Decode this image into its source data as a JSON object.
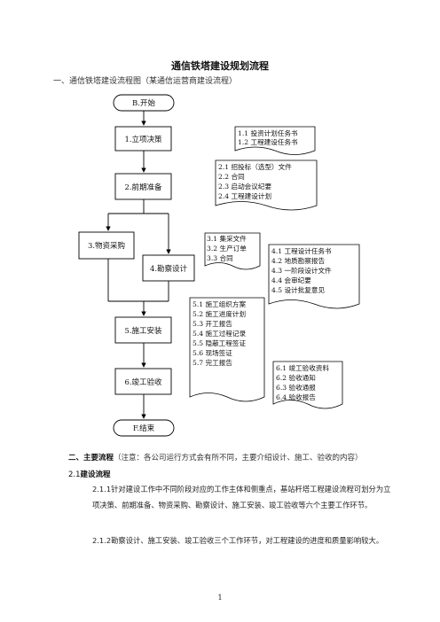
{
  "title": "通信铁塔建设规划流程",
  "section1": "一、通信铁塔建设流程图（某通信运营商建设流程）",
  "flow": {
    "start": "B.开始",
    "s1": "1.立项决策",
    "s2": "2.前期准备",
    "s3": "3.物资采购",
    "s4": "4.勘察设计",
    "s5": "5.施工安装",
    "s6": "6.竣工验收",
    "end": "F.结束"
  },
  "docs": {
    "d1": [
      "1.1 投资计划任务书",
      "1.2 工程建设任务书"
    ],
    "d2": [
      "2.1 招投标（选型）文件",
      "2.2 合同",
      "2.3 启动会议纪要",
      "2.4 工程建设计划"
    ],
    "d3": [
      "3.1 集采文件",
      "3.2 生产订单",
      "3.3 合同"
    ],
    "d4": [
      "4.1 工程设计任务书",
      "4.2 地质勘察报告",
      "4.3 一阶段设计文件",
      "4.4 会审纪要",
      "4.5 设计批复意见"
    ],
    "d5": [
      "5.1 施工组织方案",
      "5.2 施工进度计划",
      "5.3 开工报告",
      "5.4 施工过程记录",
      "5.5 隐蔽工程签证",
      "5.6 现场签证",
      "5.7 完工报告"
    ],
    "d6": [
      "6.1 竣工验收资料",
      "6.2 验收通知",
      "6.3 验收通报",
      "6.4 验收报告"
    ]
  },
  "section2": {
    "heading": "二、主要流程",
    "note": "（注意：各公司运行方式会有所不同，主要介绍设计、施工、验收的内容）"
  },
  "sub21": {
    "num": "2.1",
    "label": "建设流程"
  },
  "para1": {
    "num": "2.1.1",
    "text": "针对建设工作中不同阶段对应的工作主体和侧重点，基站杆塔工程建设流程可划分为立项决策、前期准备、物资采购、勘察设计、施工安装、竣工验收等六个主要工作环节。"
  },
  "para2": {
    "num": "2.1.2",
    "text": "勘察设计、施工安装、竣工验收三个工作环节，对工程建设的进度和质量影响较大。"
  },
  "page_number": "1"
}
